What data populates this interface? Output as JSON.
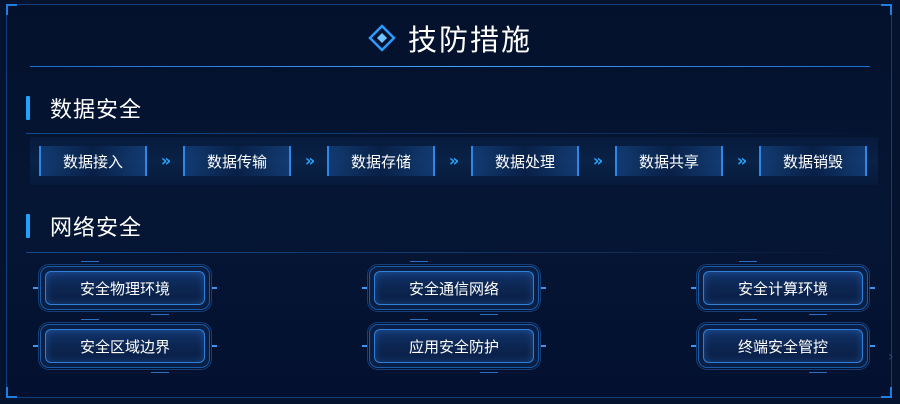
{
  "header": {
    "title": "技防措施",
    "icon": "diamond-icon"
  },
  "sections": {
    "data_security": {
      "title": "数据安全",
      "flow": [
        "数据接入",
        "数据传输",
        "数据存储",
        "数据处理",
        "数据共享",
        "数据销毁"
      ],
      "arrow": "»"
    },
    "network_security": {
      "title": "网络安全",
      "items": [
        "安全物理环境",
        "安全通信网络",
        "安全计算环境",
        "安全区域边界",
        "应用安全防护",
        "终端安全管控"
      ]
    }
  },
  "scroll_hint": "›",
  "colors": {
    "accent": "#1fa3ff",
    "background": "#05132e",
    "border": "#2d86e8"
  }
}
